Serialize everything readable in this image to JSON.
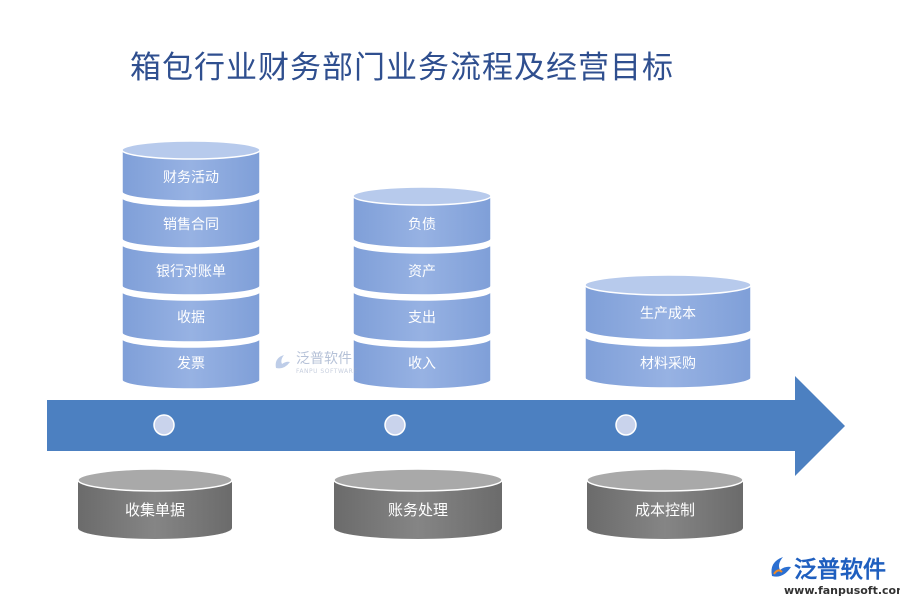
{
  "title": "箱包行业财务部门业务流程及经营目标",
  "stacks": [
    {
      "segments": [
        "财务活动",
        "销售合同",
        "银行对账单",
        "收据",
        "发票"
      ]
    },
    {
      "segments": [
        "负债",
        "资产",
        "支出",
        "收入"
      ]
    },
    {
      "segments": [
        "生产成本",
        "材料采购"
      ]
    }
  ],
  "stages": [
    "收集单据",
    "账务处理",
    "成本控制"
  ],
  "watermark": {
    "name": "泛普软件",
    "sub": "FANPU SOFTWARE"
  },
  "brand": {
    "name": "泛普软件",
    "url": "www.fanpusoft.com"
  },
  "colors": {
    "cylinder": "#8eabdf",
    "cylinder_top": "#b7caec",
    "arrow": "#4c80c1",
    "base": "#7f7f7f",
    "title": "#2f4f8f"
  }
}
